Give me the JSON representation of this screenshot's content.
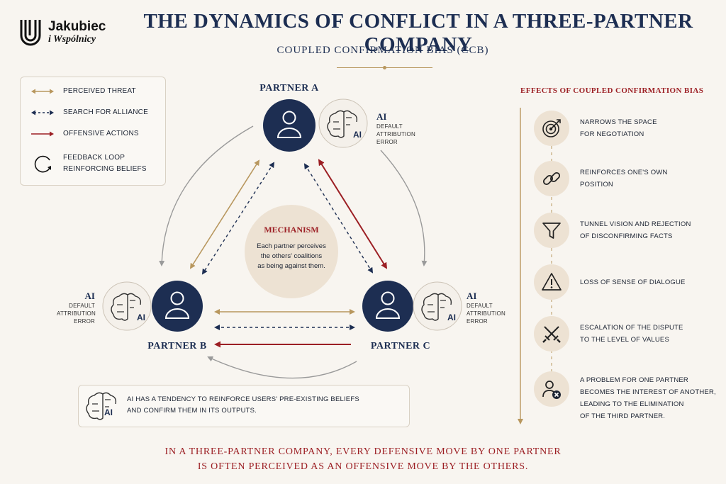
{
  "header": {
    "logo_name": "Jakubiec",
    "logo_sub": "i Wspólnicy",
    "title": "THE DYNAMICS OF CONFLICT IN A THREE-PARTNER COMPANY",
    "subtitle": "COUPLED CONFIRMATION BIAS (CCB)"
  },
  "legend": {
    "items": [
      {
        "label": "PERCEIVED THREAT",
        "icon": "gold-double-arrow"
      },
      {
        "label": "SEARCH FOR ALLIANCE",
        "icon": "blue-dashed-double-arrow"
      },
      {
        "label": "OFFENSIVE ACTIONS",
        "icon": "red-arrow"
      },
      {
        "label_line1": "FEEDBACK LOOP",
        "label_line2": "REINFORCING BELIEFS",
        "icon": "loop-icon"
      }
    ]
  },
  "partners": {
    "a": {
      "label": "PARTNER A"
    },
    "b": {
      "label": "PARTNER B"
    },
    "c": {
      "label": "PARTNER C"
    }
  },
  "ai_label": {
    "heading": "AI",
    "line1": "DEFAULT",
    "line2": "ATTRIBUTION",
    "line3": "ERROR",
    "badge": "AI"
  },
  "mechanism": {
    "title": "MECHANISM",
    "line1": "Each partner perceives",
    "line2": "the others' coalitions",
    "line3": "as being against them."
  },
  "note": {
    "badge": "AI",
    "line1": "AI HAS A TENDENCY TO REINFORCE USERS' PRE-EXISTING BELIEFS",
    "line2": "AND CONFIRM THEM IN ITS OUTPUTS."
  },
  "effects": {
    "title": "EFFECTS OF COUPLED CONFIRMATION BIAS",
    "items": [
      {
        "icon": "target-icon",
        "line1": "NARROWS THE SPACE",
        "line2": "FOR NEGOTIATION"
      },
      {
        "icon": "chain-link-icon",
        "line1": "REINFORCES ONE'S OWN",
        "line2": "POSITION"
      },
      {
        "icon": "funnel-icon",
        "line1": "TUNNEL VISION AND REJECTION",
        "line2": "OF DISCONFIRMING FACTS"
      },
      {
        "icon": "warning-icon",
        "line1": "LOSS OF SENSE OF DIALOGUE",
        "line2": ""
      },
      {
        "icon": "crossed-swords-icon",
        "line1": "ESCALATION OF THE DISPUTE",
        "line2": "TO THE LEVEL OF VALUES"
      },
      {
        "icon": "user-remove-icon",
        "line1": "A PROBLEM FOR ONE PARTNER",
        "line2": "BECOMES THE INTEREST OF ANOTHER,",
        "line3": "LEADING TO THE ELIMINATION",
        "line4": "OF THE THIRD PARTNER."
      }
    ]
  },
  "footer": {
    "line1": "IN A THREE-PARTNER COMPANY, EVERY DEFENSIVE MOVE BY ONE PARTNER",
    "line2": "IS OFTEN PERCEIVED AS AN OFFENSIVE MOVE BY THE OTHERS."
  },
  "colors": {
    "navy": "#1d2e52",
    "gold": "#b8975e",
    "red": "#9c1f24",
    "beige": "#ede2d3",
    "background": "#f8f5f0"
  }
}
